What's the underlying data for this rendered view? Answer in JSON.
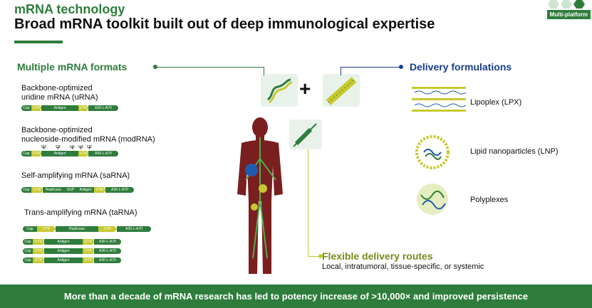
{
  "header": {
    "subtitle": "mRNA technology",
    "title": "Broad mRNA toolkit built out of deep immunological expertise",
    "badge": "Multi-platform"
  },
  "left_section": {
    "title": "Multiple mRNA formats",
    "formats": [
      {
        "name_lines": [
          "Backbone-optimized",
          "uridine mRNA (uRNA)"
        ],
        "segments": [
          "Cap",
          "UTR",
          "Antigen",
          "UTR",
          "A30-L-A70"
        ]
      },
      {
        "name_lines": [
          "Backbone-optimized",
          "nucleoside-modified mRNA (modRNA)"
        ],
        "psi": [
          "Ψ",
          "Ψ",
          "Ψ",
          "Ψ",
          "Ψ"
        ],
        "segments": [
          "Cap",
          "UTR",
          "Antigen",
          "UTR",
          "A30-L-A70"
        ]
      },
      {
        "name_lines": [
          "Self-amplifying mRNA (saRNA)"
        ],
        "segments": [
          "Cap",
          "UTR",
          "Replicase",
          "SGP",
          "Antigen",
          "UTR",
          "A30-L-A70"
        ]
      },
      {
        "name_lines": [
          "Trans-amplifying mRNA (taRNA)"
        ],
        "constructs": [
          [
            "Cap",
            "UTR",
            "Replicase",
            "UTR",
            "A30-L-A70"
          ],
          [
            "Cap",
            "UTR",
            "Antigen",
            "UTR",
            "A30-L-A70"
          ],
          [
            "Cap",
            "UTR",
            "Antigen",
            "UTR",
            "A30-L-A70"
          ],
          [
            "Cap",
            "UTR",
            "Antigen",
            "UTR",
            "A30-L-A70"
          ]
        ]
      }
    ]
  },
  "right_section": {
    "title": "Delivery formulations",
    "items": [
      {
        "label": "Lipoplex (LPX)",
        "icon": "lipoplex-icon"
      },
      {
        "label": "Lipid nanoparticles (LNP)",
        "icon": "lipid-nanoparticle-icon"
      },
      {
        "label": "Polyplexes",
        "icon": "polyplex-icon"
      }
    ]
  },
  "center": {
    "icons": [
      "mrna-strand-icon",
      "lipid-bilayer-icon",
      "syringe-icon",
      "human-body-icon"
    ],
    "plus": "+"
  },
  "routes": {
    "title": "Flexible delivery routes",
    "description": "Local, intratumoral, tissue-specific, or systemic"
  },
  "footer": {
    "text": "More than a decade of mRNA research has led to potency increase of >10,000× and improved persistence"
  },
  "colors": {
    "brand_green": "#2e7d3c",
    "accent_yellow": "#c7c92f",
    "heading_blue": "#1a3d8f",
    "routes_olive": "#7a8a1d"
  }
}
